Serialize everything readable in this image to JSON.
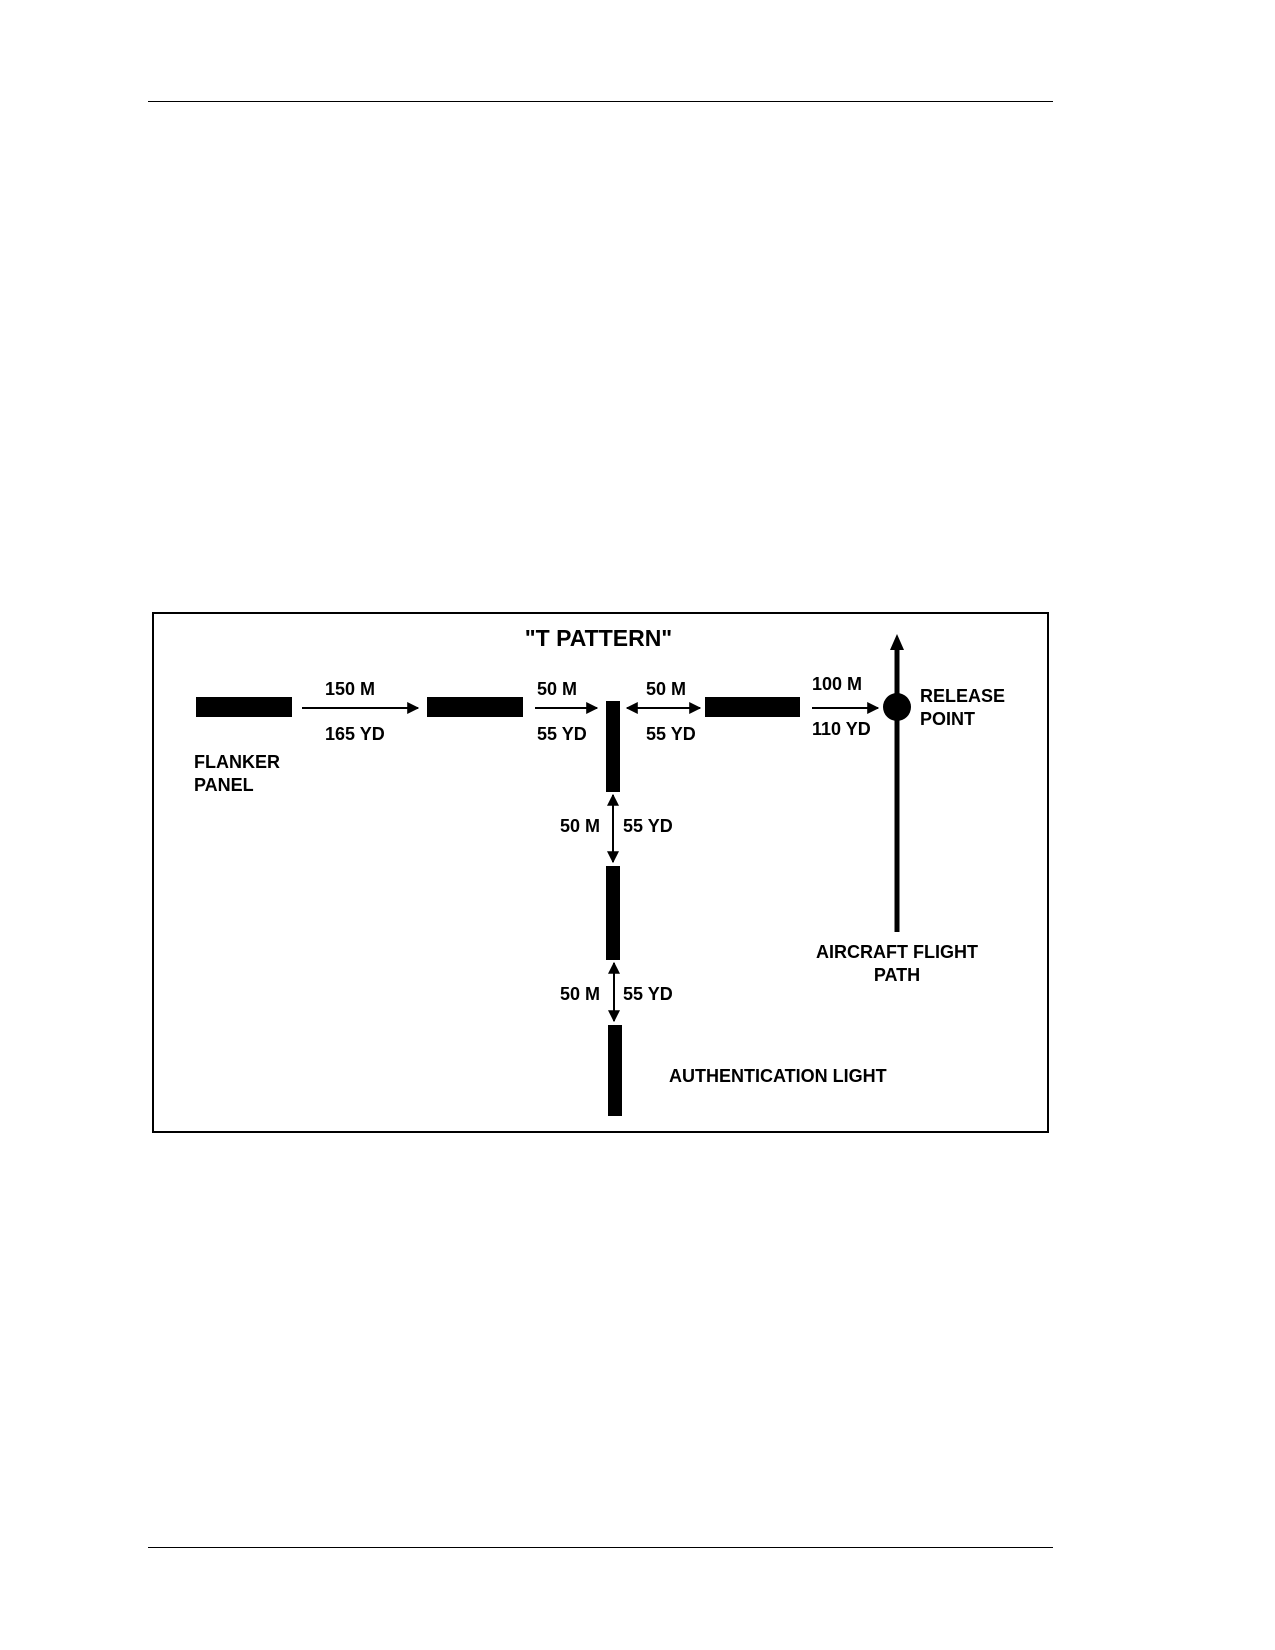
{
  "diagram": {
    "title": "\"T PATTERN\"",
    "flanker_panel": [
      "FLANKER",
      "PANEL"
    ],
    "release_point": [
      "RELEASE",
      "POINT"
    ],
    "aircraft_flight_path": [
      "AIRCRAFT FLIGHT",
      "PATH"
    ],
    "authentication_light": "AUTHENTICATION LIGHT",
    "distances": {
      "flanker_to_panel2": {
        "m": "150 M",
        "yd": "165 YD"
      },
      "panel2_to_center": {
        "m": "50 M",
        "yd": "55 YD"
      },
      "center_to_panel4": {
        "m": "50 M",
        "yd": "55 YD"
      },
      "panel4_to_release": {
        "m": "100 M",
        "yd": "110 YD"
      },
      "stem_upper": {
        "m": "50 M",
        "yd": "55 YD"
      },
      "stem_lower": {
        "m": "50 M",
        "yd": "55 YD"
      }
    },
    "colors": {
      "ink": "#000000",
      "paper": "#ffffff"
    }
  }
}
